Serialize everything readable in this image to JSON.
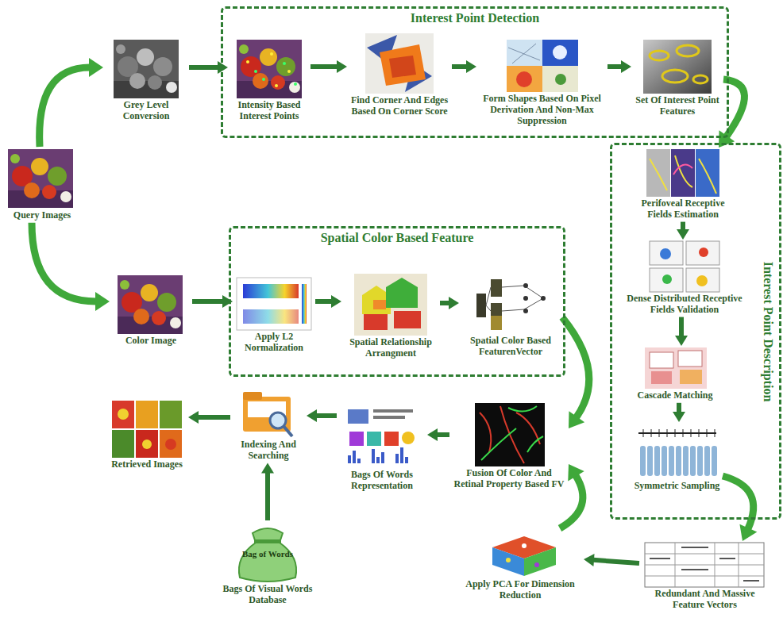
{
  "diagram": {
    "nodes": [
      {
        "text": [
          "Query Images"
        ]
      },
      {
        "text": [
          "Grey Level Conversion"
        ]
      },
      {
        "text": [
          "Interest Point Detection"
        ]
      },
      {
        "text": [
          "Intensity Based Interest Points"
        ],
        "in": 2
      },
      {
        "text": [
          "Find Corner And Edges Based On Corner Score"
        ],
        "in": 2
      },
      {
        "text": [
          "Form Shapes Based On Pixel Derivation And Non-Max Suppression"
        ],
        "in": 2
      },
      {
        "text": [
          "Set Of Interest Point Features"
        ],
        "in": 2
      },
      {
        "text": [
          "Color Image"
        ]
      },
      {
        "text": [
          "Spatial Color Based Feature"
        ]
      },
      {
        "text": [
          "Apply L2 Normalization"
        ],
        "in": 8
      },
      {
        "text": [
          "Spatial Relationship Arrangment"
        ],
        "in": 8
      },
      {
        "text": [
          "Spatial Color Based FeaturenVector"
        ],
        "in": 8
      },
      {
        "text": [
          "Interest Point Description"
        ]
      },
      {
        "text": [
          "Perifoveal Receptive Fields Estimation"
        ],
        "in": 12
      },
      {
        "text": [
          "Dense Distributed Receptive Fields Validation"
        ],
        "in": 12
      },
      {
        "text": [
          "Cascade Matching"
        ],
        "in": 12
      },
      {
        "text": [
          "Symmetric Sampling"
        ],
        "in": 12
      },
      {
        "text": [
          "Redundant And Massive Feature Vectors"
        ]
      },
      {
        "text": [
          "Apply PCA For Dimension Reduction"
        ]
      },
      {
        "text": [
          "Fusion Of Color And Retinal Property Based FV"
        ]
      },
      {
        "text": [
          "Bags Of Words Representation"
        ]
      },
      {
        "text": [
          "Indexing And Searching"
        ]
      },
      {
        "text": [
          "Bag of Words",
          "Bags Of Visual Words Database"
        ]
      },
      {
        "text": [
          "Retrieved Images"
        ]
      }
    ],
    "edges": [
      {
        "from": 0,
        "to": 1,
        "arrow": "to"
      },
      {
        "from": 1,
        "to": 3,
        "arrow": "to"
      },
      {
        "from": 3,
        "to": 4,
        "arrow": "to"
      },
      {
        "from": 4,
        "to": 5,
        "arrow": "to"
      },
      {
        "from": 5,
        "to": 6,
        "arrow": "to"
      },
      {
        "from": 6,
        "to": 13,
        "arrow": "to"
      },
      {
        "from": 13,
        "to": 14,
        "arrow": "to"
      },
      {
        "from": 14,
        "to": 15,
        "arrow": "to"
      },
      {
        "from": 15,
        "to": 16,
        "arrow": "to"
      },
      {
        "from": 16,
        "to": 17,
        "arrow": "to"
      },
      {
        "from": 17,
        "to": 18,
        "arrow": "to"
      },
      {
        "from": 18,
        "to": 19,
        "arrow": "to"
      },
      {
        "from": 11,
        "to": 19,
        "arrow": "to"
      },
      {
        "from": 19,
        "to": 20,
        "arrow": "to"
      },
      {
        "from": 20,
        "to": 21,
        "arrow": "to"
      },
      {
        "from": 21,
        "to": 23,
        "arrow": "to"
      },
      {
        "from": 22,
        "to": 21,
        "arrow": "to"
      },
      {
        "from": 0,
        "to": 7,
        "arrow": "to"
      },
      {
        "from": 7,
        "to": 9,
        "arrow": "to"
      },
      {
        "from": 9,
        "to": 10,
        "arrow": "to"
      },
      {
        "from": 10,
        "to": 11,
        "arrow": "to"
      }
    ]
  }
}
